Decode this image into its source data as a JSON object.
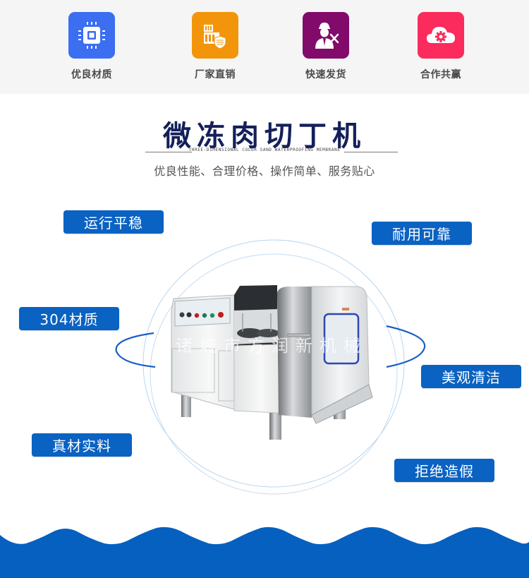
{
  "features": [
    {
      "label": "优良材质",
      "icon": "chip-icon",
      "color": "#3b6ef0"
    },
    {
      "label": "厂家直销",
      "icon": "factory-shield-icon",
      "color": "#f3950b"
    },
    {
      "label": "快速发货",
      "icon": "engineer-icon",
      "color": "#820a6b"
    },
    {
      "label": "合作共赢",
      "icon": "cloud-gear-icon",
      "color": "#fb2b5d"
    }
  ],
  "header": {
    "title": "微冻肉切丁机",
    "english_subtitle": "THREE-DIMENSIONAL COLOR SAND WATERPROOFING MEMBRANE",
    "slogan": "优良性能、合理价格、操作简单、服务贴心"
  },
  "tags": {
    "smooth": "运行平稳",
    "durable": "耐用可靠",
    "material": "304材质",
    "clean": "美观清洁",
    "genuine": "真材实料",
    "no_fake": "拒绝造假"
  },
  "product": {
    "name": "meat dicing machine",
    "watermark": "诸城市方润新机械"
  },
  "colors": {
    "accent_blue": "#0a62c2",
    "title_navy": "#14205a",
    "strip_bg": "#f5f5f5"
  }
}
